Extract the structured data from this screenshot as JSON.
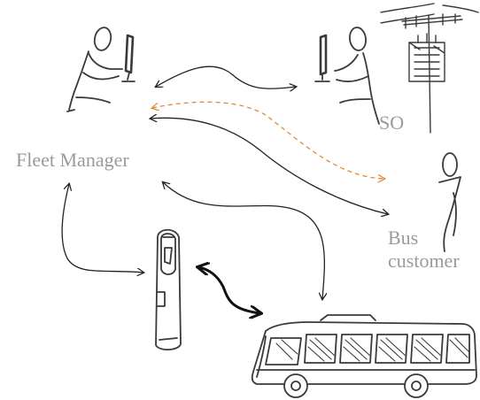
{
  "labels": {
    "fleet_manager": "Fleet Manager",
    "so": "SO",
    "bus": "Bus",
    "customer": "customer"
  },
  "colors": {
    "sketch": "#3a3a3a",
    "label": "#9a9a9a",
    "arrow": "#222222",
    "dashed_arrow": "#e08a3c"
  },
  "icons": {
    "fleet_manager": "person-at-computer-icon",
    "system_operator": "person-at-computer-icon",
    "power_pole": "utility-pole-transformer-icon",
    "bus_customer": "standing-person-icon",
    "charger": "charging-station-icon",
    "bus": "electric-bus-icon"
  }
}
